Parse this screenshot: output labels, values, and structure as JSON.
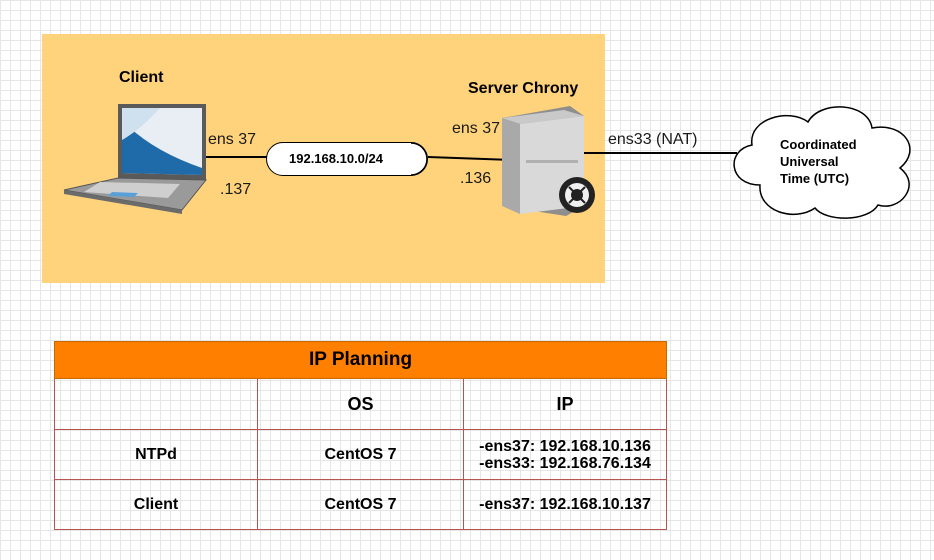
{
  "diagram": {
    "client_label": "Client",
    "server_label": "Server Chrony",
    "client_iface": "ens 37",
    "client_ip": ".137",
    "server_iface": "ens 37",
    "server_ip": ".136",
    "subnet": "192.168.10.0/24",
    "nat_iface": "ens33 (NAT)",
    "cloud_lines": [
      "Coordinated",
      "Universal",
      "Time (UTC)"
    ],
    "panel_color": "#ffd37b",
    "screen_color": "#4a90c8"
  },
  "table": {
    "title": "IP Planning",
    "header_color": "#ff8000",
    "border_color": "#b85450",
    "columns": [
      "",
      "OS",
      "IP"
    ],
    "rows": [
      {
        "name": "NTPd",
        "os": "CentOS 7",
        "ip": [
          "-ens37: 192.168.10.136",
          "-ens33: 192.168.76.134"
        ]
      },
      {
        "name": "Client",
        "os": "CentOS 7",
        "ip": [
          "-ens37: 192.168.10.137"
        ]
      }
    ]
  }
}
